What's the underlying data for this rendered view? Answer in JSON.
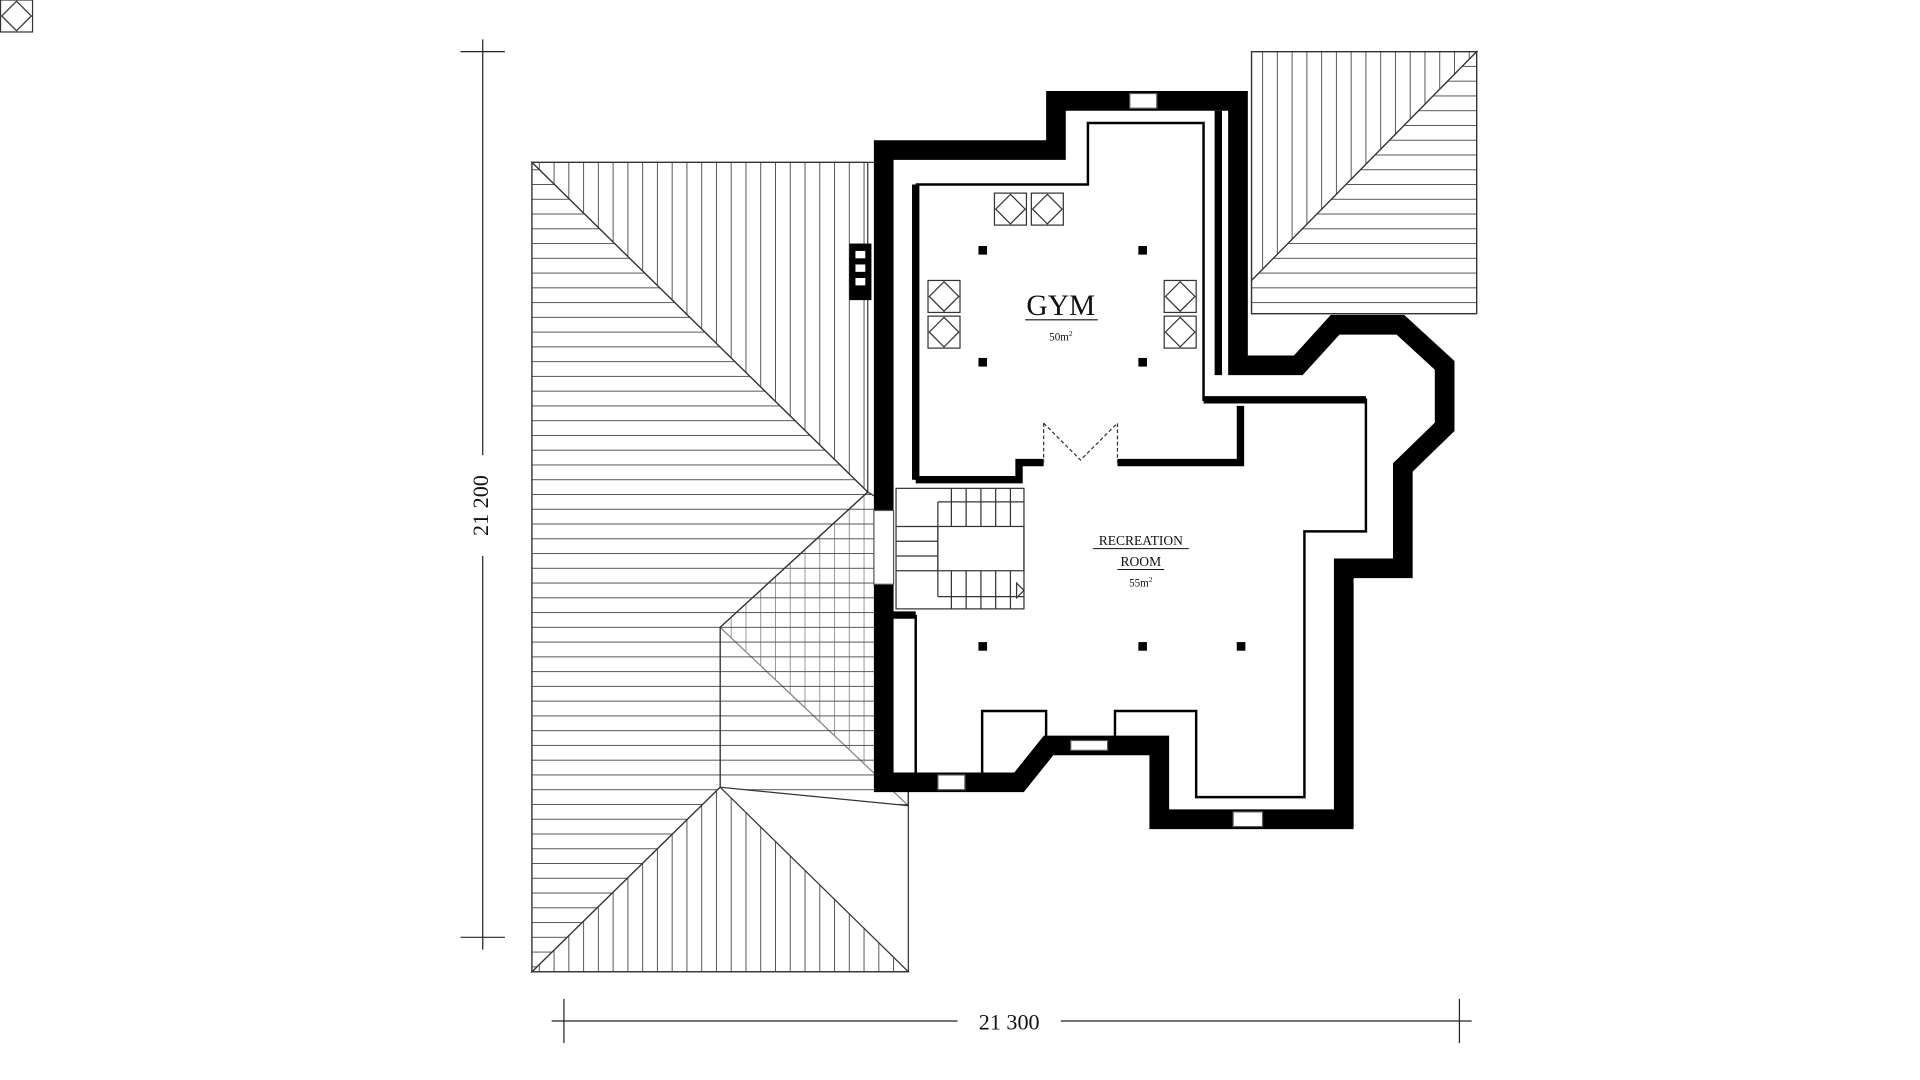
{
  "plan": {
    "rooms": [
      {
        "name": "GYM",
        "area_value": "50",
        "area_unit": "m",
        "area_exp": "2"
      },
      {
        "name_line1": "RECREATION",
        "name_line2": "ROOM",
        "area_value": "55",
        "area_unit": "m",
        "area_exp": "2"
      }
    ],
    "dimensions": {
      "height": "21 200",
      "width": "21 300"
    },
    "colors": {
      "wall": "#000000",
      "line": "#333333",
      "background": "#ffffff"
    }
  }
}
